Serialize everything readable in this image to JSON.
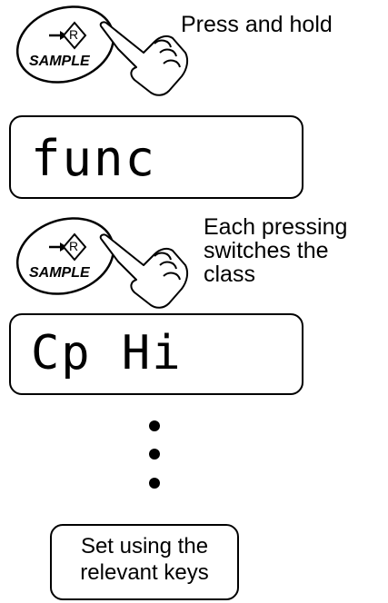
{
  "step1": {
    "key_label": "SAMPLE",
    "key_symbol": "R",
    "caption": "Press and hold"
  },
  "display1": {
    "text": "func"
  },
  "step2": {
    "key_label": "SAMPLE",
    "key_symbol": "R",
    "caption_lines": [
      "Each pressing",
      "switches the",
      "class"
    ]
  },
  "display2": {
    "text": "Cp Hi"
  },
  "continuation": {
    "dots": 3
  },
  "note": {
    "lines": [
      "Set using the",
      "relevant keys"
    ]
  }
}
